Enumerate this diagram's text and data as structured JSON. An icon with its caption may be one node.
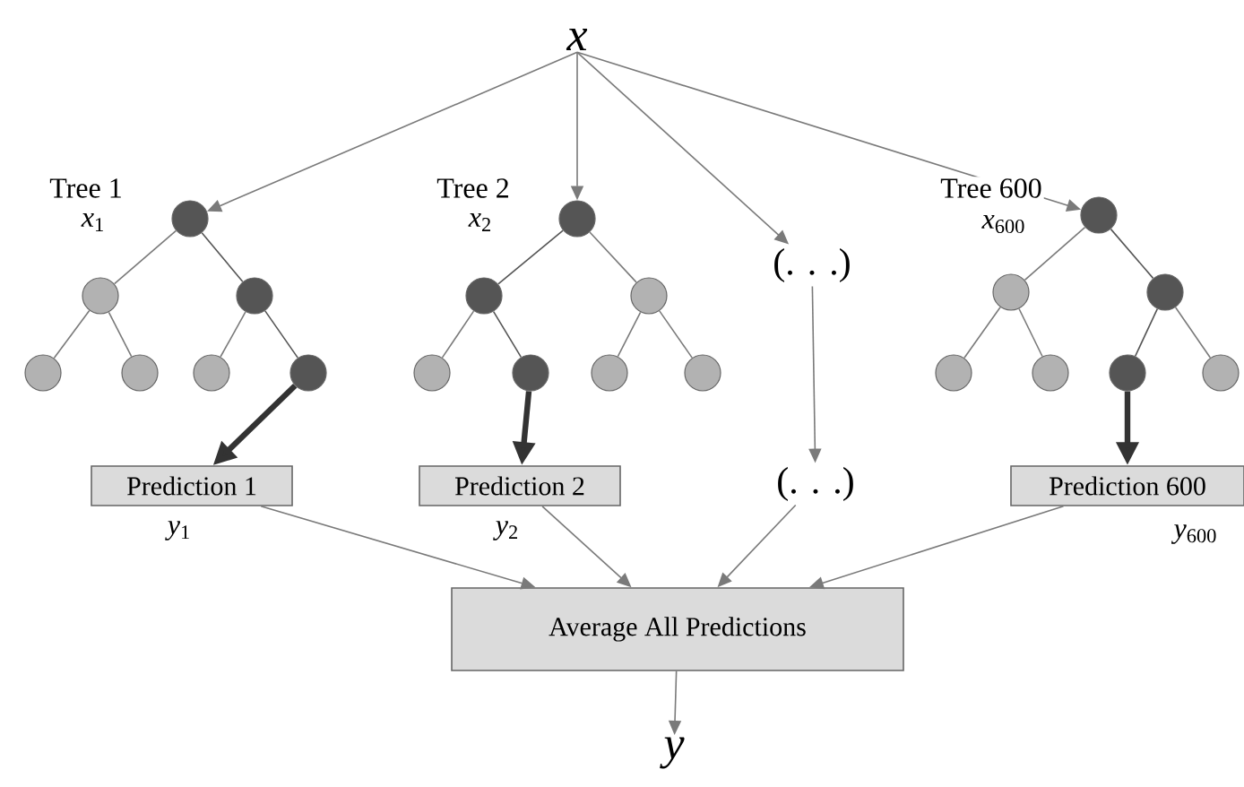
{
  "diagram": {
    "nodes": [
      {
        "text": [
          "x"
        ]
      },
      {
        "text": [],
        "shape": "circle",
        "beside": [
          "Tree 1",
          "*x*$_{1}$"
        ]
      },
      {
        "text": [],
        "shape": "circle"
      },
      {
        "text": [],
        "shape": "circle"
      },
      {
        "text": [],
        "shape": "circle"
      },
      {
        "text": [],
        "shape": "circle"
      },
      {
        "text": [],
        "shape": "circle"
      },
      {
        "text": [],
        "shape": "circle"
      },
      {
        "text": [],
        "shape": "circle",
        "beside": [
          "Tree 2",
          "*x*$_{2}$"
        ]
      },
      {
        "text": [],
        "shape": "circle"
      },
      {
        "text": [],
        "shape": "circle"
      },
      {
        "text": [],
        "shape": "circle"
      },
      {
        "text": [],
        "shape": "circle"
      },
      {
        "text": [],
        "shape": "circle"
      },
      {
        "text": [],
        "shape": "circle"
      },
      {
        "text": [
          "(. . .)"
        ]
      },
      {
        "text": [],
        "shape": "circle",
        "beside": [
          "Tree 600",
          "*x*$_{600}$"
        ]
      },
      {
        "text": [],
        "shape": "circle"
      },
      {
        "text": [],
        "shape": "circle"
      },
      {
        "text": [],
        "shape": "circle"
      },
      {
        "text": [],
        "shape": "circle"
      },
      {
        "text": [],
        "shape": "circle"
      },
      {
        "text": [],
        "shape": "circle"
      },
      {
        "text": [
          "Prediction 1"
        ],
        "beside": [
          "*y*$_{1}$"
        ]
      },
      {
        "text": [
          "Prediction 2"
        ],
        "beside": [
          "*y*$_{2}$"
        ]
      },
      {
        "text": [
          "(. . .)"
        ]
      },
      {
        "text": [
          "Prediction 600"
        ],
        "beside": [
          "*y*$_{600}$"
        ]
      },
      {
        "text": [
          "Average All Predictions"
        ]
      },
      {
        "text": [
          "y"
        ]
      }
    ],
    "edges": [
      {
        "from": 0,
        "to": 1,
        "arrow": "to"
      },
      {
        "from": 0,
        "to": 8,
        "arrow": "to"
      },
      {
        "from": 0,
        "to": 15,
        "arrow": "to"
      },
      {
        "from": 0,
        "to": 16,
        "arrow": "to"
      },
      {
        "from": 1,
        "to": 2,
        "arrow": "none"
      },
      {
        "from": 1,
        "to": 3,
        "arrow": "none",
        "color": "#555555"
      },
      {
        "from": 2,
        "to": 4,
        "arrow": "none"
      },
      {
        "from": 2,
        "to": 5,
        "arrow": "none"
      },
      {
        "from": 3,
        "to": 6,
        "arrow": "none"
      },
      {
        "from": 3,
        "to": 7,
        "arrow": "none",
        "color": "#555555"
      },
      {
        "from": 8,
        "to": 9,
        "arrow": "none",
        "color": "#555555"
      },
      {
        "from": 8,
        "to": 10,
        "arrow": "none"
      },
      {
        "from": 9,
        "to": 11,
        "arrow": "none"
      },
      {
        "from": 9,
        "to": 12,
        "arrow": "none",
        "color": "#555555"
      },
      {
        "from": 10,
        "to": 13,
        "arrow": "none"
      },
      {
        "from": 10,
        "to": 14,
        "arrow": "none"
      },
      {
        "from": 16,
        "to": 17,
        "arrow": "none"
      },
      {
        "from": 16,
        "to": 18,
        "arrow": "none",
        "color": "#555555"
      },
      {
        "from": 17,
        "to": 19,
        "arrow": "none"
      },
      {
        "from": 17,
        "to": 20,
        "arrow": "none"
      },
      {
        "from": 18,
        "to": 21,
        "arrow": "none",
        "color": "#555555"
      },
      {
        "from": 18,
        "to": 22,
        "arrow": "none"
      },
      {
        "from": 7,
        "to": 23,
        "arrow": "to",
        "style": "thick",
        "color": "#333333"
      },
      {
        "from": 12,
        "to": 24,
        "arrow": "to",
        "style": "thick",
        "color": "#333333"
      },
      {
        "from": 15,
        "to": 25,
        "arrow": "to"
      },
      {
        "from": 21,
        "to": 26,
        "arrow": "to",
        "style": "thick",
        "color": "#333333"
      },
      {
        "from": 23,
        "to": 27,
        "arrow": "to"
      },
      {
        "from": 24,
        "to": 27,
        "arrow": "to"
      },
      {
        "from": 25,
        "to": 27,
        "arrow": "to"
      },
      {
        "from": 26,
        "to": 27,
        "arrow": "to"
      },
      {
        "from": 27,
        "to": 28,
        "arrow": "to"
      }
    ]
  }
}
